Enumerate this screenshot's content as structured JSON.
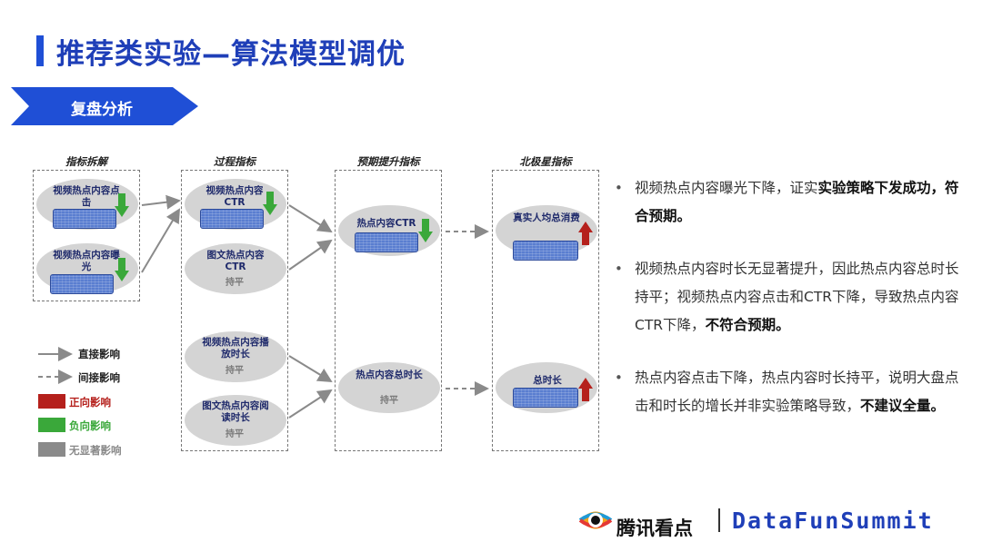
{
  "title": "推荐类实验—算法模型调优",
  "banner": "复盘分析",
  "columns": {
    "c1": "指标拆解",
    "c2": "过程指标",
    "c3": "预期提升指标",
    "c4": "北极星指标"
  },
  "nodes": {
    "video_click": {
      "label": "视频热点内容点击",
      "impact": "negative"
    },
    "video_expo": {
      "label": "视频热点内容曝光",
      "impact": "negative"
    },
    "video_ctr": {
      "label": "视频热点内容CTR",
      "impact": "negative"
    },
    "graphic_ctr": {
      "label": "图文热点内容CTR",
      "status": "持平"
    },
    "video_play": {
      "label": "视频热点内容播放时长",
      "status": "持平"
    },
    "graphic_read": {
      "label": "图文热点内容阅读时长",
      "status": "持平"
    },
    "hot_ctr": {
      "label": "热点内容CTR",
      "impact": "negative"
    },
    "hot_time": {
      "label": "热点内容总时长",
      "status": "持平"
    },
    "real_consume": {
      "label": "真实人均总消费",
      "impact": "positive"
    },
    "total_time": {
      "label": "总时长",
      "impact": "positive"
    }
  },
  "legend": {
    "direct": "直接影响",
    "indirect": "间接影响",
    "positive": "正向影响",
    "negative": "负向影响",
    "neutral": "无显著影响"
  },
  "colors": {
    "positive": "#b5201c",
    "negative": "#3aa83a",
    "neutral": "#8a8a8a",
    "brand": "#1f4fd6"
  },
  "bullets": [
    {
      "pre": "视频热点内容曝光下降，证实",
      "bold": "实验策略下发成功，符合预期。"
    },
    {
      "pre": "视频热点内容时长无显著提升，因此热点内容总时长持平；视频热点内容点击和CTR下降，导致热点内容CTR下降，",
      "bold": "不符合预期。"
    },
    {
      "pre": "热点内容点击下降，热点内容时长持平，说明大盘点击和时长的增长并非实验策略导致，",
      "bold": "不建议全量。"
    }
  ],
  "footer": {
    "brand": "腾讯看点",
    "summit": "DataFunSummit"
  }
}
